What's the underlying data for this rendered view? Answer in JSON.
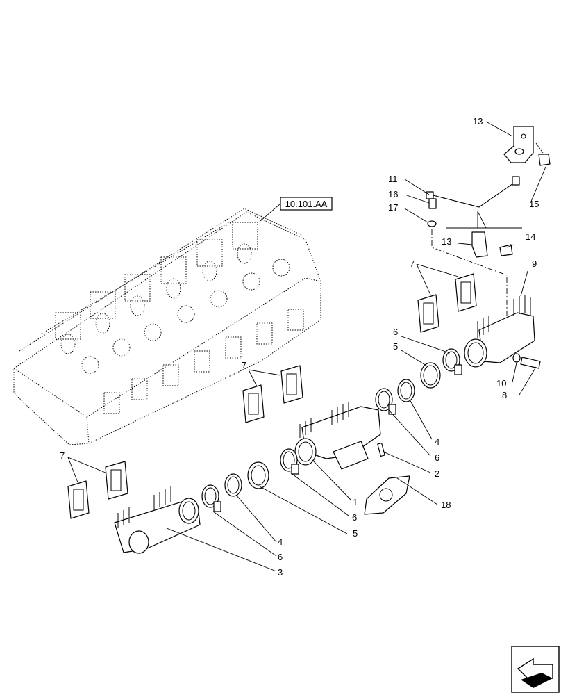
{
  "reference_box": {
    "label": "10.101.AA"
  },
  "callouts": {
    "c1": "1",
    "c2": "2",
    "c3": "3",
    "c4a": "4",
    "c4b": "4",
    "c5a": "5",
    "c5b": "5",
    "c6a": "6",
    "c6b": "6",
    "c6c": "6",
    "c6d": "6",
    "c7a": "7",
    "c7b": "7",
    "c7c": "7",
    "c8": "8",
    "c9": "9",
    "c10": "10",
    "c11": "11",
    "c13a": "13",
    "c13b": "13",
    "c14": "14",
    "c15": "15",
    "c16": "16",
    "c17": "17",
    "c18": "18"
  },
  "icons": {
    "navigation": "arrow-navigation-icon"
  }
}
